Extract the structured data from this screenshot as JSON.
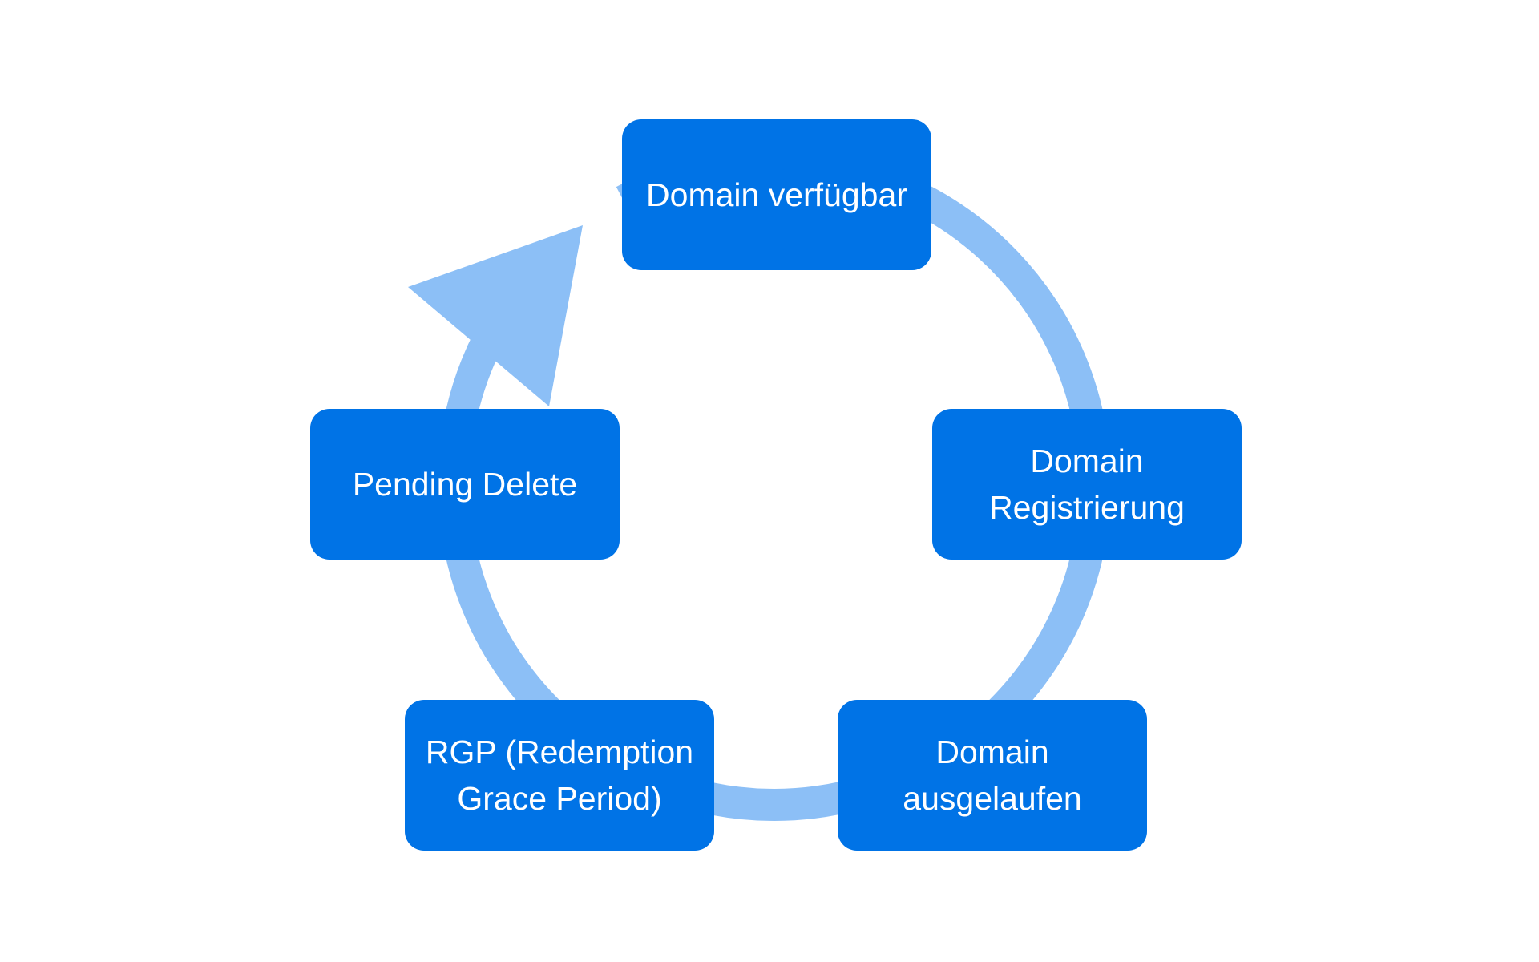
{
  "colors": {
    "background": "#ffffff",
    "node_fill": "#0073e6",
    "cycle_ring": "#8cbff6",
    "node_text": "#ffffff"
  },
  "diagram": {
    "type": "cycle",
    "direction": "clockwise",
    "nodes": [
      {
        "id": "available",
        "label": "Domain verfügbar"
      },
      {
        "id": "registration",
        "label": "Domain Registrierung"
      },
      {
        "id": "expired",
        "label": "Domain ausgelaufen"
      },
      {
        "id": "rgp",
        "label": "RGP (Redemption Grace Period)"
      },
      {
        "id": "pending",
        "label": "Pending Delete"
      }
    ],
    "edges": [
      {
        "from": "available",
        "to": "registration"
      },
      {
        "from": "registration",
        "to": "expired"
      },
      {
        "from": "expired",
        "to": "rgp"
      },
      {
        "from": "rgp",
        "to": "pending"
      },
      {
        "from": "pending",
        "to": "available",
        "arrowhead": true
      }
    ]
  }
}
